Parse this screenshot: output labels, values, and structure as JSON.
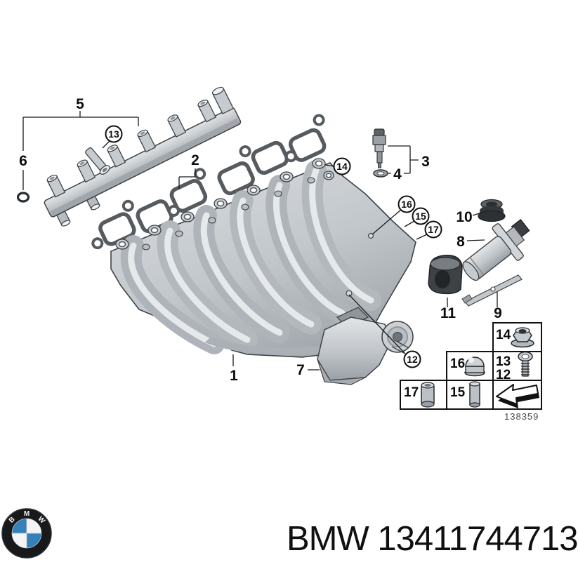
{
  "footer": {
    "text": "BMW 13411744713",
    "logo_letters": [
      "B",
      "M",
      "W"
    ]
  },
  "diagram_number": "138359",
  "callouts": {
    "plain": [
      {
        "label": "5"
      },
      {
        "label": "6"
      },
      {
        "label": "2"
      },
      {
        "label": "3"
      },
      {
        "label": "4"
      },
      {
        "label": "10"
      },
      {
        "label": "8"
      },
      {
        "label": "11"
      },
      {
        "label": "9"
      },
      {
        "label": "7"
      },
      {
        "label": "1"
      }
    ],
    "circled": [
      {
        "label": "13"
      },
      {
        "label": "14"
      },
      {
        "label": "16"
      },
      {
        "label": "15"
      },
      {
        "label": "17"
      },
      {
        "label": "12"
      }
    ]
  },
  "legend": {
    "cells": [
      {
        "label": "14",
        "icon": "flange-nut-icon"
      },
      {
        "label": "16",
        "icon": "cap-nut-icon"
      },
      {
        "label": "13",
        "icon": "screw-icon"
      },
      {
        "label": "12",
        "icon": "screw-icon"
      },
      {
        "label": "17",
        "icon": "short-sleeve-icon"
      },
      {
        "label": "15",
        "icon": "long-sleeve-icon"
      },
      {
        "label": "",
        "icon": "direction-arrow-icon"
      }
    ]
  },
  "colors": {
    "line": "#1a1a1c",
    "metal_light": "#dadde0",
    "metal": "#c0c5c9",
    "metal_dark": "#8f959a",
    "rubber_dark": "#3a3e42",
    "logo_blue": "#3580b8",
    "background": "#ffffff",
    "diagram_number_text": "#4a4a4a"
  }
}
